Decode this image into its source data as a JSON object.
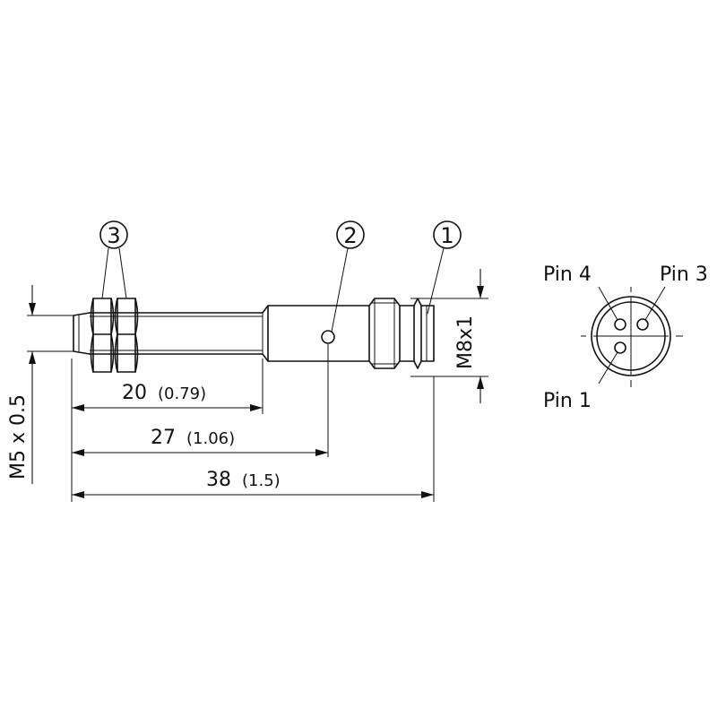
{
  "callouts": {
    "c1": "1",
    "c2": "2",
    "c3": "3"
  },
  "dimensions": {
    "d20": {
      "value": "20",
      "inch": "(0.79)"
    },
    "d27": {
      "value": "27",
      "inch": "(1.06)"
    },
    "d38": {
      "value": "38",
      "inch": "(1.5)"
    },
    "thread_front": "M5 x 0.5",
    "thread_connector": "M8x1"
  },
  "connector": {
    "pin4": "Pin 4",
    "pin3": "Pin 3",
    "pin1": "Pin 1"
  }
}
